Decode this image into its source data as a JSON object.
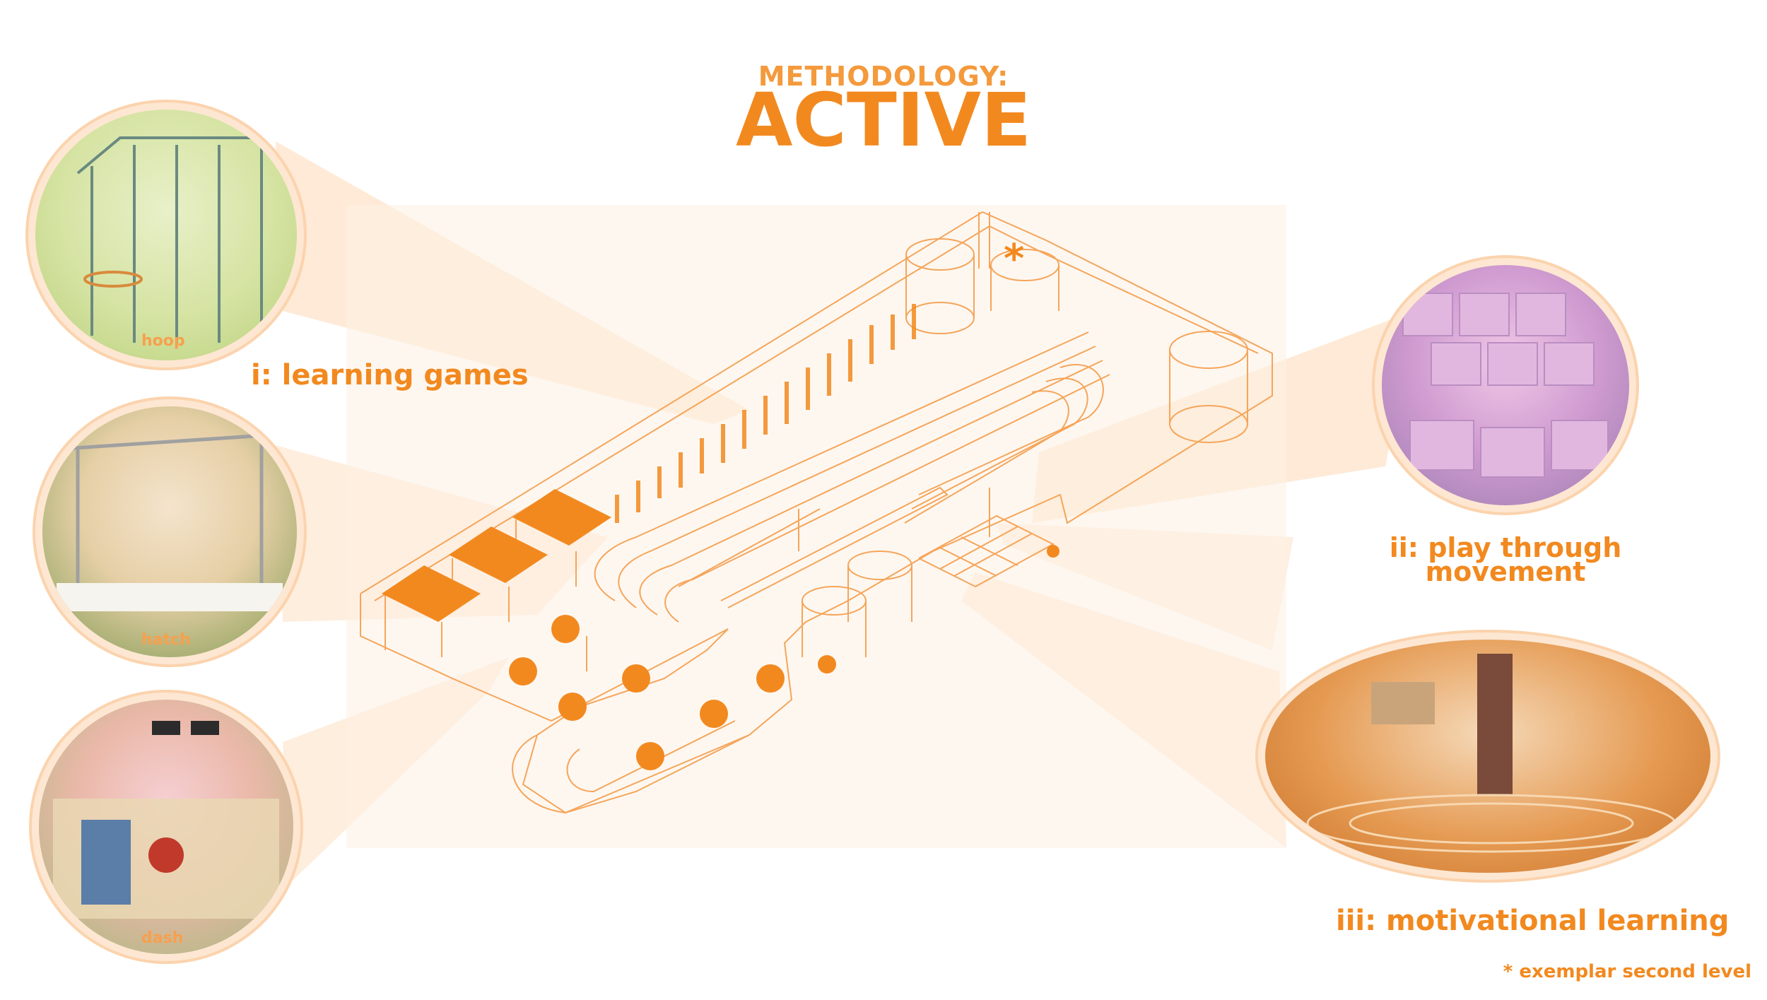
{
  "header": {
    "subtitle": "METHODOLOGY:",
    "title": "ACTIVE"
  },
  "captions": {
    "learning_games": "i: learning games",
    "play_through_movement": "ii: play through\nmovement",
    "motivational_learning": "iii: motivational learning"
  },
  "bubble_labels": {
    "hoop": "hoop",
    "hatch": "hatch",
    "dash": "dash"
  },
  "diagram": {
    "level_marker": "*"
  },
  "footnote": "* exemplar second level",
  "colors": {
    "accent": "#f2891f",
    "line": "#f5a55a",
    "halo": "#fde7d2"
  }
}
